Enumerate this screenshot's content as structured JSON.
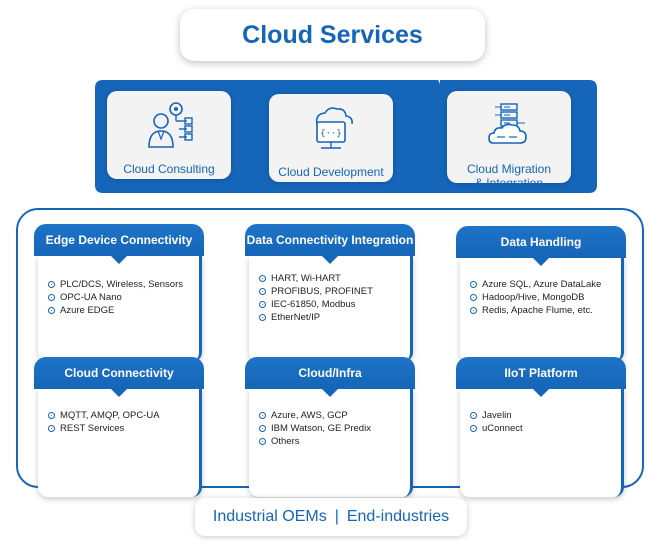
{
  "title": "Cloud Services",
  "services": [
    {
      "label": "Cloud Consulting",
      "icon": "consultant-icon"
    },
    {
      "label": "Cloud Development",
      "icon": "cloud-code-icon"
    },
    {
      "label_line1": "Cloud Migration",
      "label_line2": "& Integration",
      "icon": "server-cloud-icon"
    }
  ],
  "panels": [
    {
      "title": "Edge Device Connectivity",
      "items": [
        "PLC/DCS, Wireless, Sensors",
        "OPC-UA Nano",
        "Azure EDGE"
      ]
    },
    {
      "title": "Data Connectivity Integration",
      "items": [
        "HART, Wi-HART",
        "PROFIBUS, PROFINET",
        "IEC-61850, Modbus",
        "EtherNet/IP"
      ]
    },
    {
      "title": "Data Handling",
      "items": [
        "Azure SQL, Azure DataLake",
        "Hadoop/Hive, MongoDB",
        "Redis, Apache Flume, etc."
      ]
    },
    {
      "title": "Cloud Connectivity",
      "items": [
        "MQTT, AMQP, OPC-UA",
        "REST Services"
      ]
    },
    {
      "title": "Cloud/Infra",
      "items": [
        "Azure, AWS, GCP",
        "IBM Watson, GE Predix",
        "Others"
      ]
    },
    {
      "title": "IIoT Platform",
      "items": [
        "Javelin",
        "uConnect"
      ]
    }
  ],
  "footer": {
    "left": "Industrial OEMs",
    "separator": "|",
    "right": "End-industries"
  },
  "colors": {
    "primary": "#1565b8",
    "card_bg": "#f3f3f4"
  }
}
